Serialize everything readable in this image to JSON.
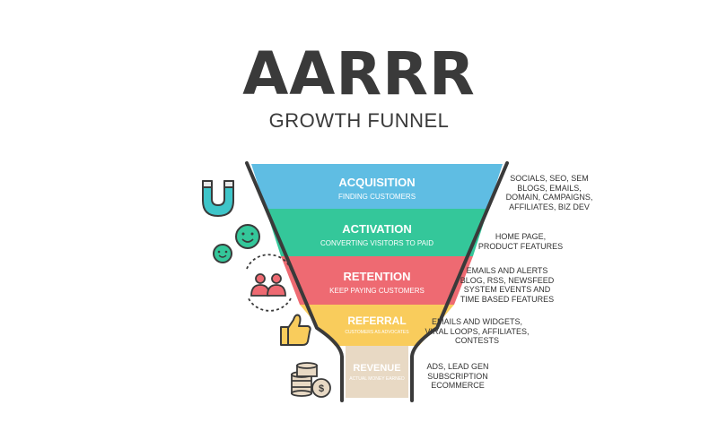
{
  "header": {
    "title": "AARRR",
    "subtitle": "GROWTH FUNNEL"
  },
  "stages": [
    {
      "name": "ACQUISITION",
      "tagline": "FINDING CUSTOMERS",
      "color": "#5fbde3",
      "icon": "magnet-icon",
      "description": "SOCIALS, SEO, SEM\nBLOGS, EMAILS,\nDOMAIN, CAMPAIGNS,\nAFFILIATES, BIZ DEV"
    },
    {
      "name": "ACTIVATION",
      "tagline": "CONVERTING VISITORS TO PAID",
      "color": "#34c79a",
      "icon": "smiley-faces-icon",
      "description": "HOME PAGE,\nPRODUCT FEATURES"
    },
    {
      "name": "RETENTION",
      "tagline": "KEEP PAYING CUSTOMERS",
      "color": "#ee6a72",
      "icon": "users-cycle-icon",
      "description": "EMAILS AND ALERTS\nBLOG, RSS, NEWSFEED\nSYSTEM EVENTS AND\nTIME BASED FEATURES"
    },
    {
      "name": "REFERRAL",
      "tagline": "CUSTOMERS AS ADVOCATES",
      "color": "#f9cc5c",
      "icon": "thumbs-up-icon",
      "description": "EMAILS  AND WIDGETS,\nVIRAL LOOPS, AFFILIATES,\nCONTESTS"
    },
    {
      "name": "REVENUE",
      "tagline": "ACTUAL MONEY EARNED",
      "color": "#e8d9c4",
      "icon": "coins-icon",
      "description": "ADS,  LEAD GEN\nSUBSCRIPTION\nECOMMERCE"
    }
  ],
  "colors": {
    "outline": "#3a3a3a",
    "icon_teal": "#3ec5c9",
    "icon_blue": "#5fbde3",
    "icon_green": "#34c79a",
    "icon_red": "#ee6a72",
    "icon_yellow": "#f9cc5c",
    "icon_tan": "#e8d9c4"
  }
}
